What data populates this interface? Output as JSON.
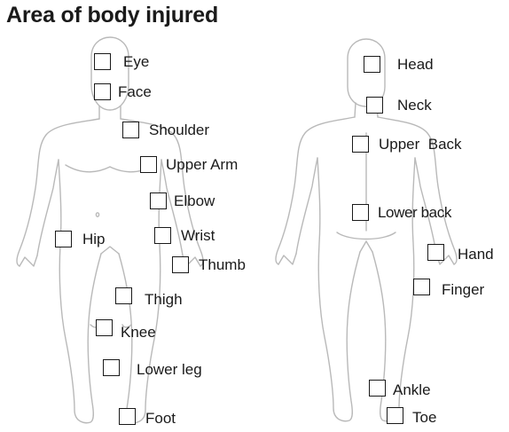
{
  "title": "Area of body injured",
  "colors": {
    "outline": "#b9b9b9",
    "text": "#1a1a1a",
    "background": "#ffffff"
  },
  "front_figure": {
    "name": "front-body-outline",
    "checkboxes": [
      {
        "id": "eye",
        "label": "Eye",
        "checked": false
      },
      {
        "id": "face",
        "label": "Face",
        "checked": false
      },
      {
        "id": "shoulder",
        "label": "Shoulder",
        "checked": false
      },
      {
        "id": "upper-arm",
        "label": "Upper Arm",
        "checked": false
      },
      {
        "id": "elbow",
        "label": "Elbow",
        "checked": false
      },
      {
        "id": "wrist",
        "label": "Wrist",
        "checked": false
      },
      {
        "id": "hip",
        "label": "Hip",
        "checked": false
      },
      {
        "id": "thumb",
        "label": "Thumb",
        "checked": false
      },
      {
        "id": "thigh",
        "label": "Thigh",
        "checked": false
      },
      {
        "id": "knee",
        "label": "Knee",
        "checked": false
      },
      {
        "id": "lower-leg",
        "label": "Lower leg",
        "checked": false
      },
      {
        "id": "foot",
        "label": "Foot",
        "checked": false
      }
    ]
  },
  "back_figure": {
    "name": "back-body-outline",
    "checkboxes": [
      {
        "id": "head",
        "label": "Head",
        "checked": false
      },
      {
        "id": "neck",
        "label": "Neck",
        "checked": false
      },
      {
        "id": "upper-back",
        "label": "Upper  Back",
        "checked": false
      },
      {
        "id": "lower-back",
        "label": "Lower back",
        "checked": false
      },
      {
        "id": "hand",
        "label": "Hand",
        "checked": false
      },
      {
        "id": "finger",
        "label": "Finger",
        "checked": false
      },
      {
        "id": "ankle",
        "label": "Ankle",
        "checked": false
      },
      {
        "id": "toe",
        "label": "Toe",
        "checked": false
      }
    ]
  }
}
